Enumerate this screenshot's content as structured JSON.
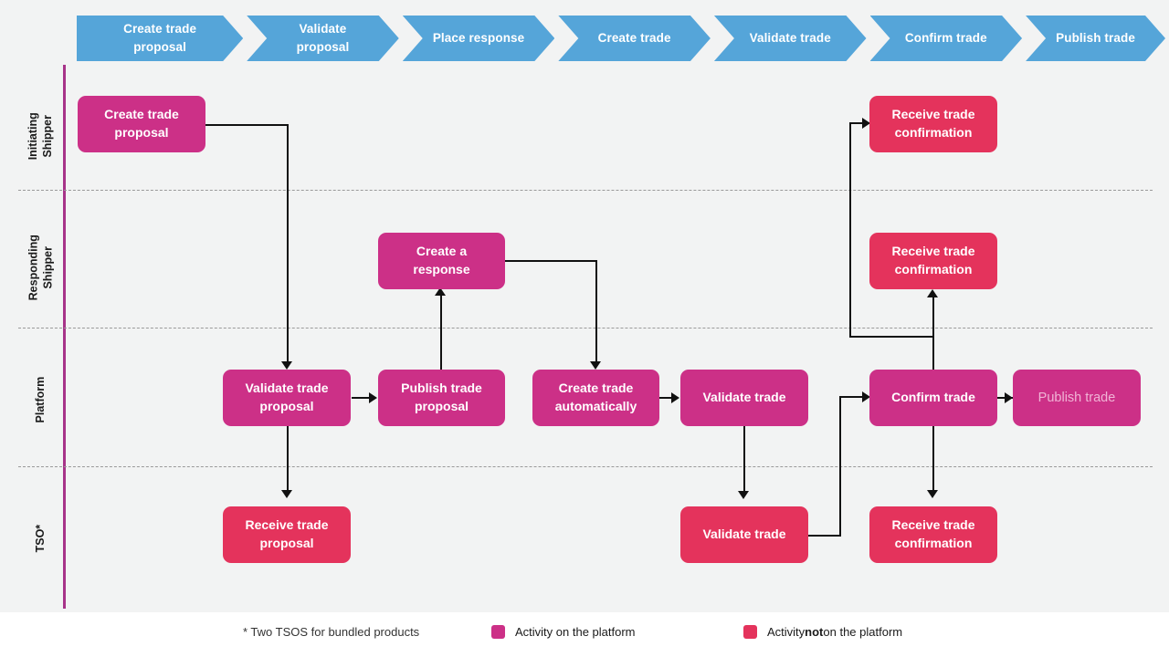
{
  "colors": {
    "canvas_background": "#f2f3f3",
    "chevron_blue": "#55a5d9",
    "on_platform": "#cc3087",
    "off_platform": "#e4335c",
    "spine": "#a73389",
    "connector": "#111111"
  },
  "process_bar": {
    "steps": [
      {
        "label": "Create trade\nproposal"
      },
      {
        "label": "Validate\nproposal"
      },
      {
        "label": "Place response"
      },
      {
        "label": "Create trade"
      },
      {
        "label": "Validate trade"
      },
      {
        "label": "Confirm trade"
      },
      {
        "label": "Publish trade"
      }
    ]
  },
  "lanes": [
    {
      "label": "Initiating\nShipper"
    },
    {
      "label": "Responding\nShipper"
    },
    {
      "label": "Platform"
    },
    {
      "label": "TSO*"
    }
  ],
  "nodes": {
    "create_trade_proposal": "Create trade\nproposal",
    "receive_trade_confirmation_initiating": "Receive trade\nconfirmation",
    "create_a_response": "Create a\nresponse",
    "receive_trade_confirmation_responding": "Receive trade\nconfirmation",
    "validate_trade_proposal": "Validate trade\nproposal",
    "publish_trade_proposal": "Publish trade\nproposal",
    "create_trade_automatically": "Create trade\nautomatically",
    "validate_trade_platform": "Validate trade",
    "confirm_trade": "Confirm trade",
    "publish_trade": "Publish trade",
    "receive_trade_proposal": "Receive trade\nproposal",
    "validate_trade_tso": "Validate trade",
    "receive_trade_confirmation_tso": "Receive trade\nconfirmation"
  },
  "legend": {
    "footnote": "* Two TSOS for bundled products",
    "on_platform_label": "Activity on the platform",
    "off_platform_prefix": "Activity ",
    "off_platform_strong": "not",
    "off_platform_suffix": " on the platform"
  }
}
